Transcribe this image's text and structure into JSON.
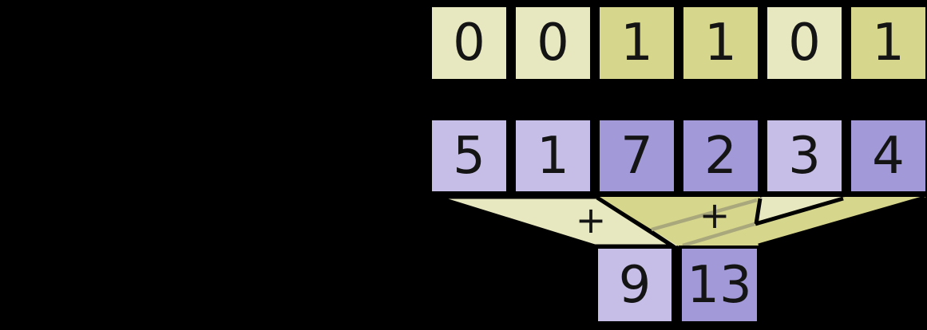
{
  "diagram": {
    "kind": "masked-sum-diagram",
    "colors": {
      "background": "#000000",
      "light_yellow": "#e8e8c0",
      "dark_yellow": "#d6d68c",
      "light_purple": "#c6bee6",
      "dark_purple": "#a29ad8",
      "outline": "#000000",
      "muted_edge": "#a9a87c"
    },
    "mask_row": {
      "cells": [
        {
          "value": "0",
          "tone": "light"
        },
        {
          "value": "0",
          "tone": "light"
        },
        {
          "value": "1",
          "tone": "dark"
        },
        {
          "value": "1",
          "tone": "dark"
        },
        {
          "value": "0",
          "tone": "light"
        },
        {
          "value": "1",
          "tone": "dark"
        }
      ]
    },
    "value_row": {
      "cells": [
        {
          "value": "5",
          "tone": "light"
        },
        {
          "value": "1",
          "tone": "light"
        },
        {
          "value": "7",
          "tone": "dark"
        },
        {
          "value": "2",
          "tone": "dark"
        },
        {
          "value": "3",
          "tone": "light"
        },
        {
          "value": "4",
          "tone": "dark"
        }
      ]
    },
    "result_row": {
      "cells": [
        {
          "value": "9",
          "tone": "light"
        },
        {
          "value": "13",
          "tone": "dark"
        }
      ]
    },
    "operators": {
      "left_plus": "+",
      "right_plus": "+"
    }
  }
}
